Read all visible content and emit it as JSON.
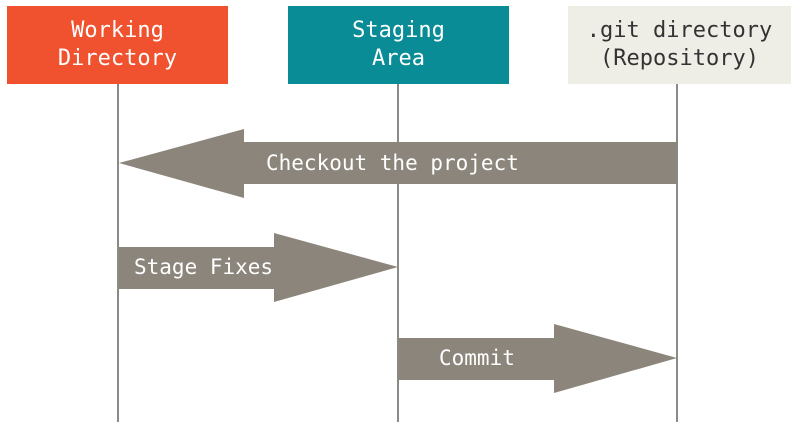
{
  "columns": {
    "working": {
      "line1": "Working",
      "line2": "Directory",
      "color": "#f0522f"
    },
    "staging": {
      "line1": "Staging",
      "line2": "Area",
      "color": "#0a8c96"
    },
    "repository": {
      "line1": ".git directory",
      "line2": "(Repository)",
      "color": "#efeee6"
    }
  },
  "arrows": {
    "checkout": {
      "label": "Checkout the project",
      "from": "repository",
      "to": "working"
    },
    "stage": {
      "label": "Stage Fixes",
      "from": "working",
      "to": "staging"
    },
    "commit": {
      "label": "Commit",
      "from": "staging",
      "to": "repository"
    }
  },
  "arrow_color": "#8c857b",
  "lifeline_color": "#8a8a86"
}
